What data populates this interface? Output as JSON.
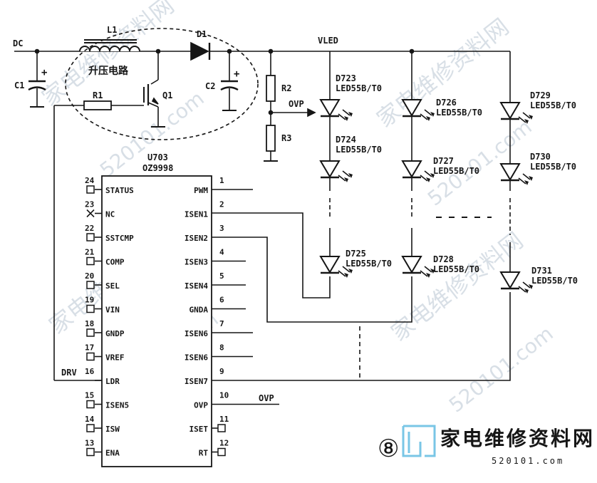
{
  "circuit": {
    "supply": {
      "dc_label": "DC",
      "vled_label": "VLED",
      "ovp_label": "OVP"
    },
    "components": {
      "c1": "C1",
      "c2": "C2",
      "l1": "L1",
      "d1": "D1",
      "r1": "R1",
      "q1": "Q1",
      "r2": "R2",
      "r3": "R3",
      "boost_text": "升压电路",
      "ic_ref": "U703",
      "ic_part": "OZ9998"
    },
    "ic_pins_left": [
      {
        "num": "24",
        "name": "STATUS"
      },
      {
        "num": "23",
        "name": "NC"
      },
      {
        "num": "22",
        "name": "SSTCMP"
      },
      {
        "num": "21",
        "name": "COMP"
      },
      {
        "num": "20",
        "name": "SEL"
      },
      {
        "num": "19",
        "name": "VIN"
      },
      {
        "num": "18",
        "name": "GNDP"
      },
      {
        "num": "17",
        "name": "VREF"
      },
      {
        "num": "16",
        "name": "LDR"
      },
      {
        "num": "15",
        "name": "ISEN5"
      },
      {
        "num": "14",
        "name": "ISW"
      },
      {
        "num": "13",
        "name": "ENA"
      }
    ],
    "ic_pins_right": [
      {
        "num": "1",
        "name": "PWM"
      },
      {
        "num": "2",
        "name": "ISEN1"
      },
      {
        "num": "3",
        "name": "ISEN2"
      },
      {
        "num": "4",
        "name": "ISEN3"
      },
      {
        "num": "5",
        "name": "ISEN4"
      },
      {
        "num": "6",
        "name": "GNDA"
      },
      {
        "num": "7",
        "name": "ISEN6"
      },
      {
        "num": "8",
        "name": "ISEN6"
      },
      {
        "num": "9",
        "name": "ISEN7"
      },
      {
        "num": "10",
        "name": "OVP"
      },
      {
        "num": "11",
        "name": "ISET"
      },
      {
        "num": "12",
        "name": "RT"
      }
    ],
    "drv_label": "DRV",
    "ovp_out_label": "OVP",
    "led_part": "LED55B/T0",
    "leds": [
      "D723",
      "D724",
      "D725",
      "D726",
      "D727",
      "D728",
      "D729",
      "D730",
      "D731"
    ],
    "circle_number": "⑧"
  },
  "watermark": {
    "logo_text": "家电维修资料网",
    "url": "520101.com"
  }
}
